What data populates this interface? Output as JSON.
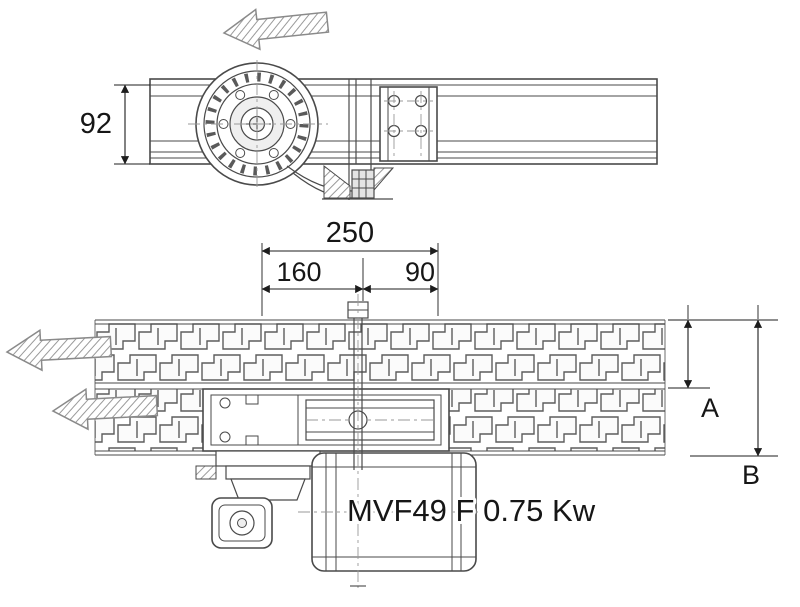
{
  "diagram": {
    "type": "technical-drawing",
    "motor_label": "MVF49 F 0.75 Kw",
    "dim_height": "92",
    "dim_total": "250",
    "dim_left": "160",
    "dim_right": "90",
    "dim_a": "A",
    "dim_b": "B",
    "icons": {
      "flow_arrows": "hatched-block-arrow-left"
    },
    "colors": {
      "line": "#4a4a4a",
      "dimension": "#1d1d1d",
      "hatch": "#9a9a9a",
      "background": "#ffffff"
    }
  }
}
